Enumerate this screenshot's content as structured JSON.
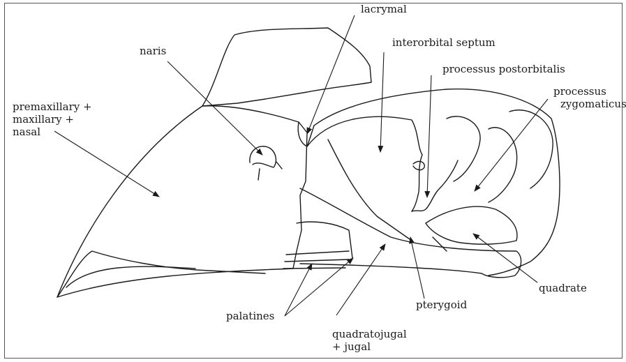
{
  "figure": {
    "labels": {
      "lacrymal": "lacrymal",
      "interorbital_septum": "interorbital septum",
      "naris": "naris",
      "processus_postorbitalis": "processus postorbitalis",
      "processus_zygomaticus": [
        "processus",
        "zygomaticus"
      ],
      "premaxillary": [
        "premaxillary +",
        "maxillary +",
        "nasal"
      ],
      "quadrate": "quadrate",
      "palatines": "palatines",
      "pterygoid": "pterygoid",
      "quadratojugal": [
        "quadratojugal",
        "+ jugal"
      ]
    }
  }
}
